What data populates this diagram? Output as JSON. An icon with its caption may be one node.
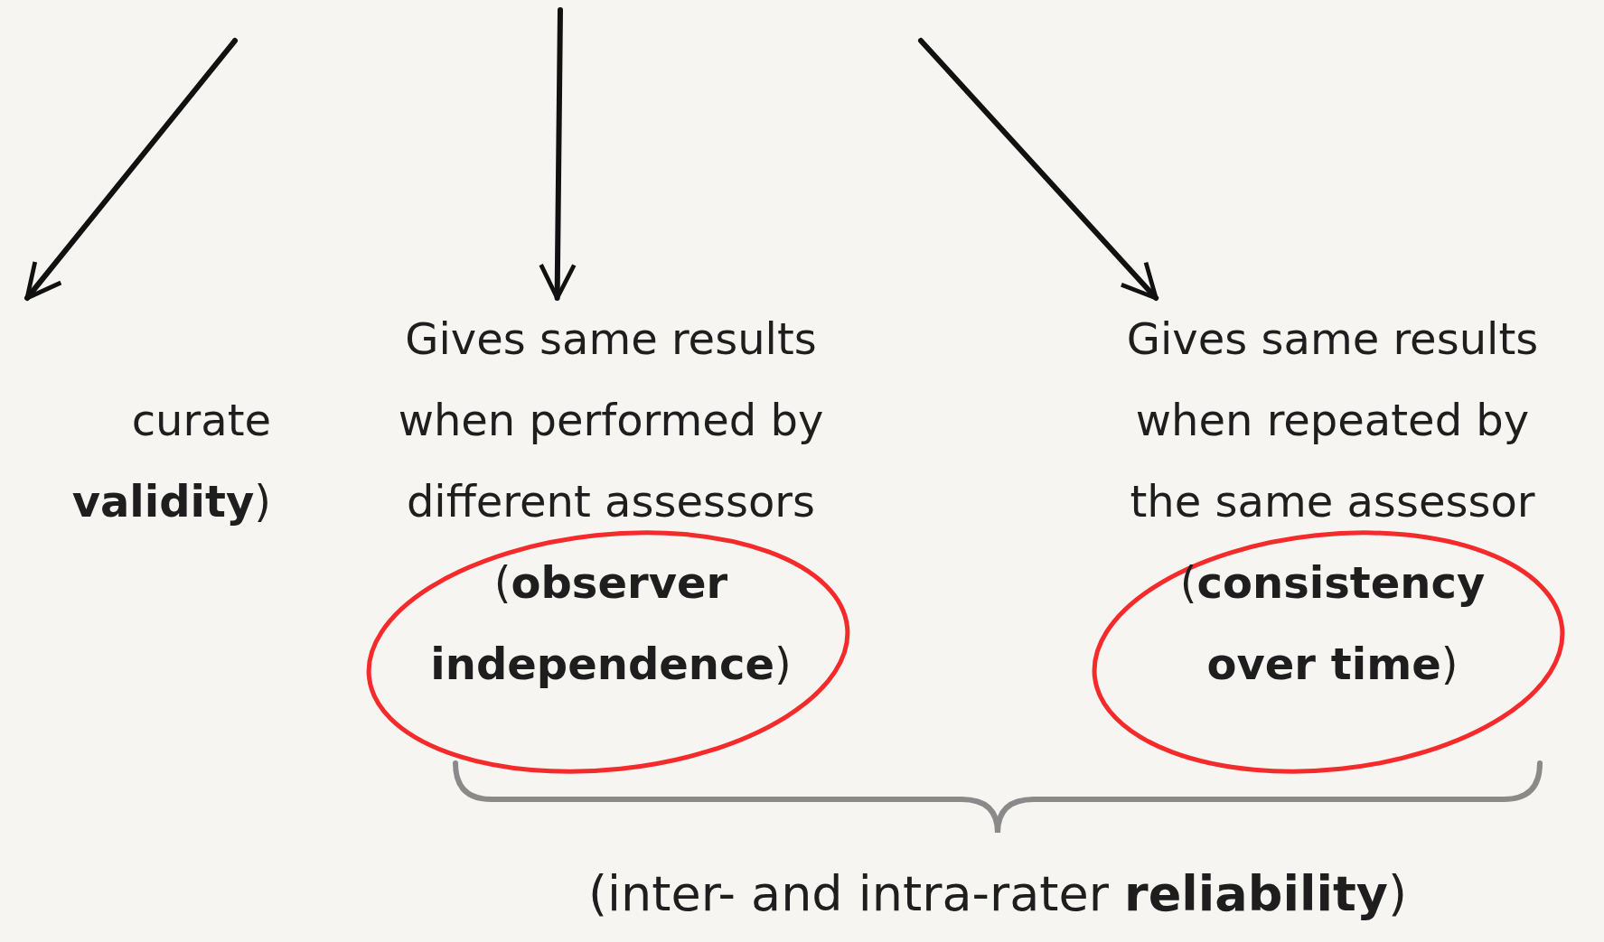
{
  "diagram": {
    "nodes": [
      {
        "text": [
          "curate **validity**)"
        ]
      },
      {
        "text": [
          "Gives same results when performed by different assessors (**observer independence**)"
        ]
      },
      {
        "text": [
          "Gives same results when repeated by the same assessor (**consistency over time**)"
        ]
      }
    ],
    "edges": [
      {
        "from": null,
        "to": 0,
        "arrow": "to"
      },
      {
        "from": null,
        "to": 1,
        "arrow": "to"
      },
      {
        "from": null,
        "to": 2,
        "arrow": "to"
      }
    ],
    "labels": [
      "(inter- and intra-rater **reliability**)"
    ]
  }
}
